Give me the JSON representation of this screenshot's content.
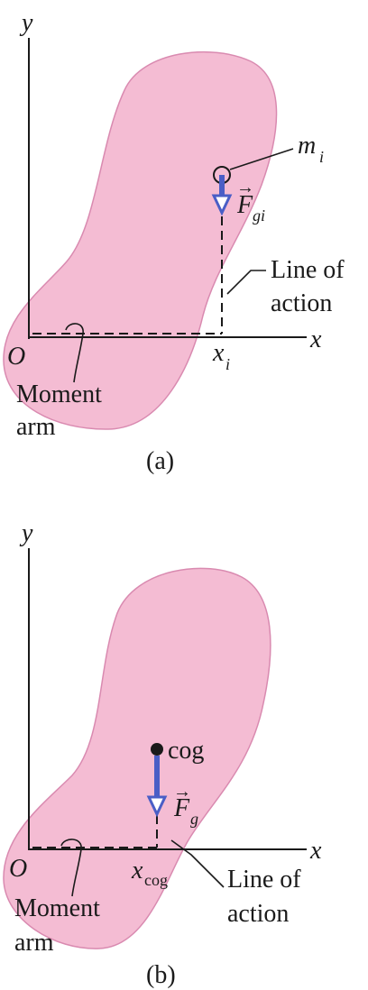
{
  "panel_a": {
    "y_axis": "y",
    "x_axis": "x",
    "origin": "O",
    "mass_label": "m",
    "mass_sub": "i",
    "force_label": "F",
    "force_sub": "gi",
    "arrow_symbol": "→",
    "line_of_action_1": "Line of",
    "line_of_action_2": "action",
    "xi_label": "x",
    "xi_sub": "i",
    "moment_arm_1": "Moment",
    "moment_arm_2": "arm",
    "caption": "(a)"
  },
  "panel_b": {
    "y_axis": "y",
    "x_axis": "x",
    "origin": "O",
    "cog_label": "cog",
    "force_label": "F",
    "force_sub": "g",
    "arrow_symbol": "→",
    "xcog_label": "x",
    "xcog_sub": "cog",
    "line_of_action_1": "Line of",
    "line_of_action_2": "action",
    "moment_arm_1": "Moment",
    "moment_arm_2": "arm",
    "caption": "(b)"
  },
  "colors": {
    "body_fill": "#f4bcd3",
    "force_arrow": "#4a5ec6"
  }
}
